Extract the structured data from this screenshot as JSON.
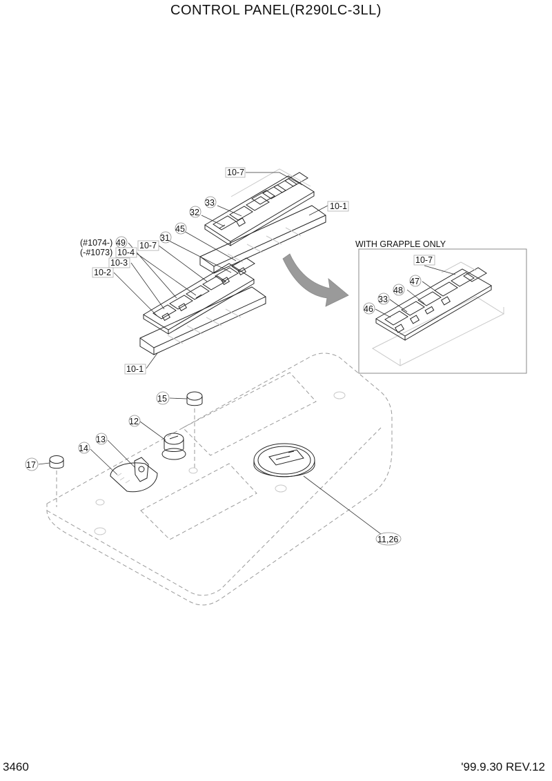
{
  "title": "CONTROL PANEL(R290LC-3LL)",
  "page_number": "3460",
  "revision": "'99.9.30 REV.12",
  "inset": {
    "title": "WITH GRAPPLE ONLY",
    "labels": {
      "c10_7": "10-7",
      "c46": "46",
      "c33": "33",
      "c48": "48",
      "c47": "47"
    }
  },
  "callouts": {
    "c10_7_top": "10-7",
    "c33_top": "33",
    "c32": "32",
    "c10_1_top": "10-1",
    "c49_prefix": "(#1074-)",
    "c49": "49",
    "c10_4_prefix": "(-#1073)",
    "c10_4": "10-4",
    "c10_7_mid": "10-7",
    "c31": "31",
    "c45": "45",
    "c10_3": "10-3",
    "c10_2": "10-2",
    "c10_1_bottom": "10-1",
    "c15": "15",
    "c12": "12",
    "c13": "13",
    "c14": "14",
    "c17": "17",
    "c11_26": "11,26"
  },
  "icons": {
    "arrow": "curved-arrow-icon",
    "key": "ignition-key-icon"
  }
}
